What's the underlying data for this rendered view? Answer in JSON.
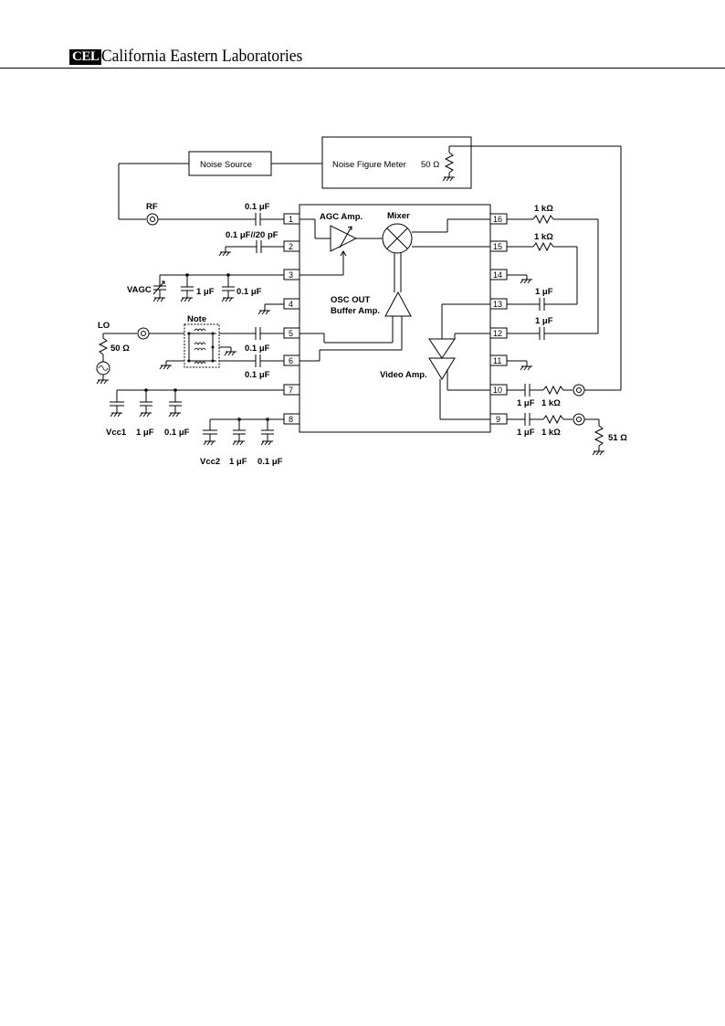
{
  "header": {
    "logo": "CEL",
    "company": "California Eastern Laboratories"
  },
  "blocks": {
    "noise_source": "Noise Source",
    "noise_figure_meter": "Noise Figure Meter",
    "nfm_impedance": "50 Ω",
    "agc_amp": "AGC Amp.",
    "mixer": "Mixer",
    "osc_out": "OSC OUT",
    "buffer_amp": "Buffer Amp.",
    "video_amp": "Video Amp.",
    "note": "Note"
  },
  "ports": {
    "rf": "RF",
    "lo": "LO",
    "lo_impedance": "50 Ω",
    "vagc": "VAGC",
    "output_load": "51 Ω"
  },
  "components": {
    "pin1_cap": "0.1 μF",
    "pin2_cap": "0.1 μF//20 pF",
    "vagc_cap1": "1 μF",
    "vagc_cap2": "0.1 μF",
    "pin5_cap": "0.1 μF",
    "pin6_cap": "0.1 μF",
    "vcc1": "Vcc1",
    "vcc1_cap1": "1 μF",
    "vcc1_cap2": "0.1 μF",
    "vcc2": "Vcc2",
    "vcc2_cap1": "1 μF",
    "vcc2_cap2": "0.1 μF",
    "r16": "1 kΩ",
    "r15": "1 kΩ",
    "c13": "1 μF",
    "c12": "1 μF",
    "c10": "1 μF",
    "r10": "1 kΩ",
    "c9": "1 μF",
    "r9": "1 kΩ"
  },
  "pins": [
    "1",
    "2",
    "3",
    "4",
    "5",
    "6",
    "7",
    "8",
    "9",
    "10",
    "11",
    "12",
    "13",
    "14",
    "15",
    "16"
  ]
}
